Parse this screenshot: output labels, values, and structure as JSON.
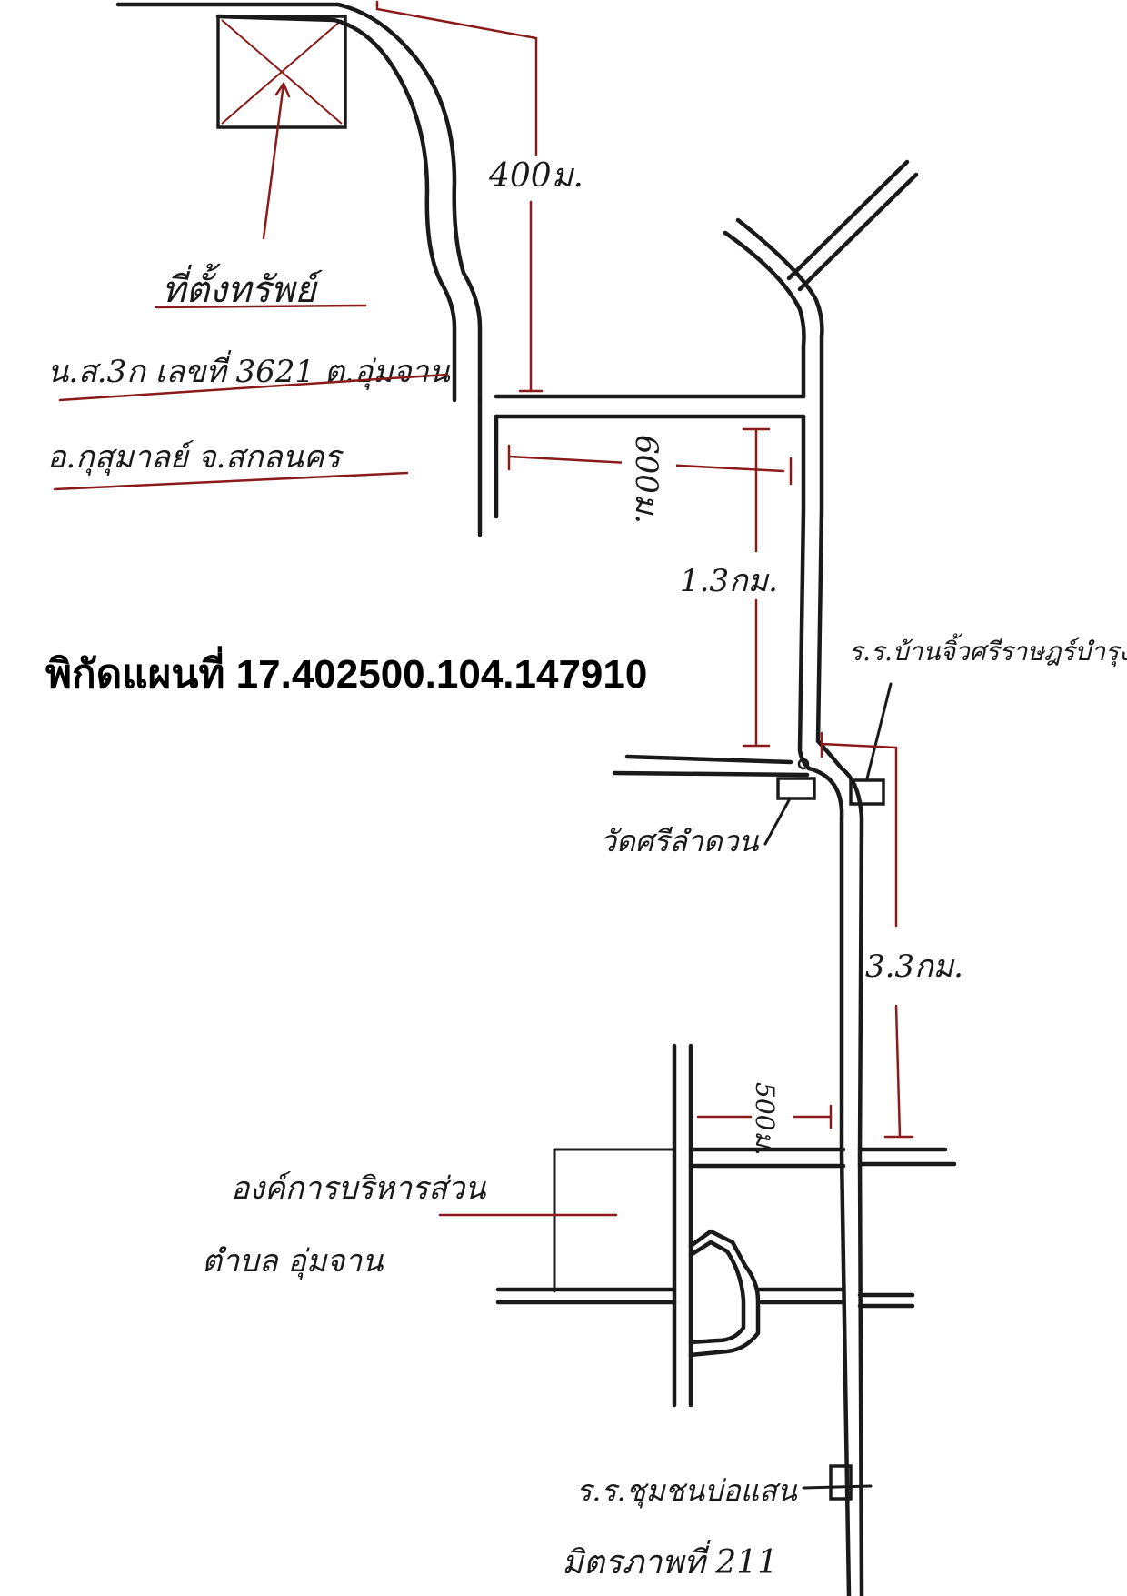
{
  "property": {
    "title": "ที่ตั้งทรัพย์",
    "deed_line": "น.ส.3ก เลขที่ 3621 ต.อุ่มจาน",
    "district_line": "อ.กุสุมาลย์   จ.สกลนคร"
  },
  "coordinates_label": "พิกัดแผนที่ 17.402500.104.147910",
  "distances": {
    "d_400": "400ม.",
    "d_600": "600ม.",
    "d_1_3km": "1.3กม.",
    "d_3_3km": "3.3กม.",
    "d_500": "500ม."
  },
  "landmarks": {
    "school_top": "ร.ร.บ้านจิ้วศรีราษฎร์บำรุง",
    "temple": "วัดศรีลำดวน",
    "sao_line1": "องค์การบริหารส่วน",
    "sao_line2": "ตำบล อุ่มจาน",
    "school_bottom_line1": "ร.ร.ชุมชนบ่อแสน",
    "school_bottom_line2": "มิตรภาพที่ 211"
  },
  "colors": {
    "ink": "#1a1a1a",
    "measure_red": "#8b1a1a",
    "background": "#ffffff"
  }
}
